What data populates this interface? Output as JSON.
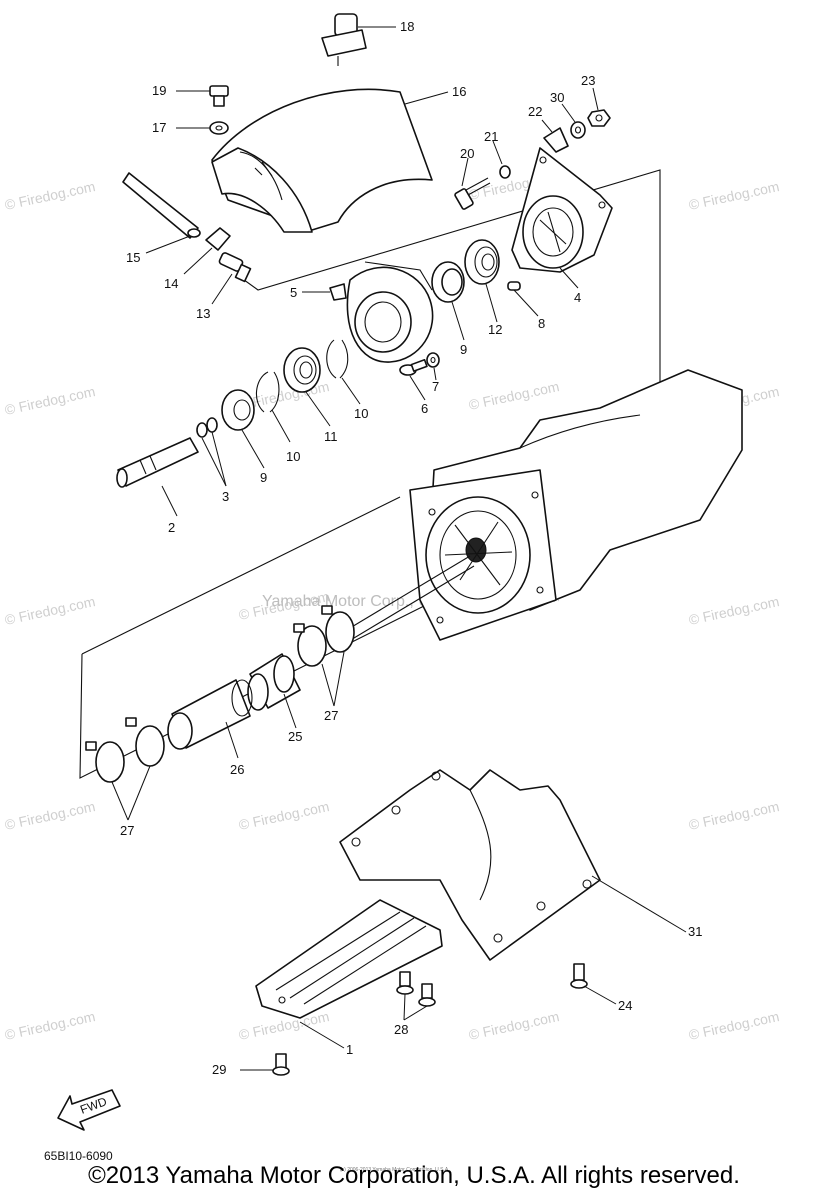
{
  "diagram": {
    "callouts": [
      {
        "id": "c1",
        "text": "1"
      },
      {
        "id": "c2",
        "text": "2"
      },
      {
        "id": "c3",
        "text": "3"
      },
      {
        "id": "c4",
        "text": "4"
      },
      {
        "id": "c5",
        "text": "5"
      },
      {
        "id": "c6",
        "text": "6"
      },
      {
        "id": "c7",
        "text": "7"
      },
      {
        "id": "c8",
        "text": "8"
      },
      {
        "id": "c9a",
        "text": "9"
      },
      {
        "id": "c9b",
        "text": "9"
      },
      {
        "id": "c10a",
        "text": "10"
      },
      {
        "id": "c10b",
        "text": "10"
      },
      {
        "id": "c11",
        "text": "11"
      },
      {
        "id": "c12",
        "text": "12"
      },
      {
        "id": "c13",
        "text": "13"
      },
      {
        "id": "c14",
        "text": "14"
      },
      {
        "id": "c15",
        "text": "15"
      },
      {
        "id": "c16",
        "text": "16"
      },
      {
        "id": "c17",
        "text": "17"
      },
      {
        "id": "c18",
        "text": "18"
      },
      {
        "id": "c19",
        "text": "19"
      },
      {
        "id": "c20",
        "text": "20"
      },
      {
        "id": "c21",
        "text": "21"
      },
      {
        "id": "c22",
        "text": "22"
      },
      {
        "id": "c23",
        "text": "23"
      },
      {
        "id": "c24",
        "text": "24"
      },
      {
        "id": "c25",
        "text": "25"
      },
      {
        "id": "c26",
        "text": "26"
      },
      {
        "id": "c27a",
        "text": "27"
      },
      {
        "id": "c27b",
        "text": "27"
      },
      {
        "id": "c28",
        "text": "28"
      },
      {
        "id": "c29",
        "text": "29"
      },
      {
        "id": "c30",
        "text": "30"
      },
      {
        "id": "c31",
        "text": "31"
      }
    ],
    "watermark": "© Firedog.com",
    "center_watermark": "Yamaha Motor Corp., U.S.A.",
    "fwd_label": "FWD",
    "drawing_code": "65BI10-6090",
    "tiny_notice": "(c) 2006-2013 Yamaha Motor Corporation, U.S.A.",
    "copyright": "©2013 Yamaha Motor Corporation, U.S.A. All rights reserved."
  }
}
